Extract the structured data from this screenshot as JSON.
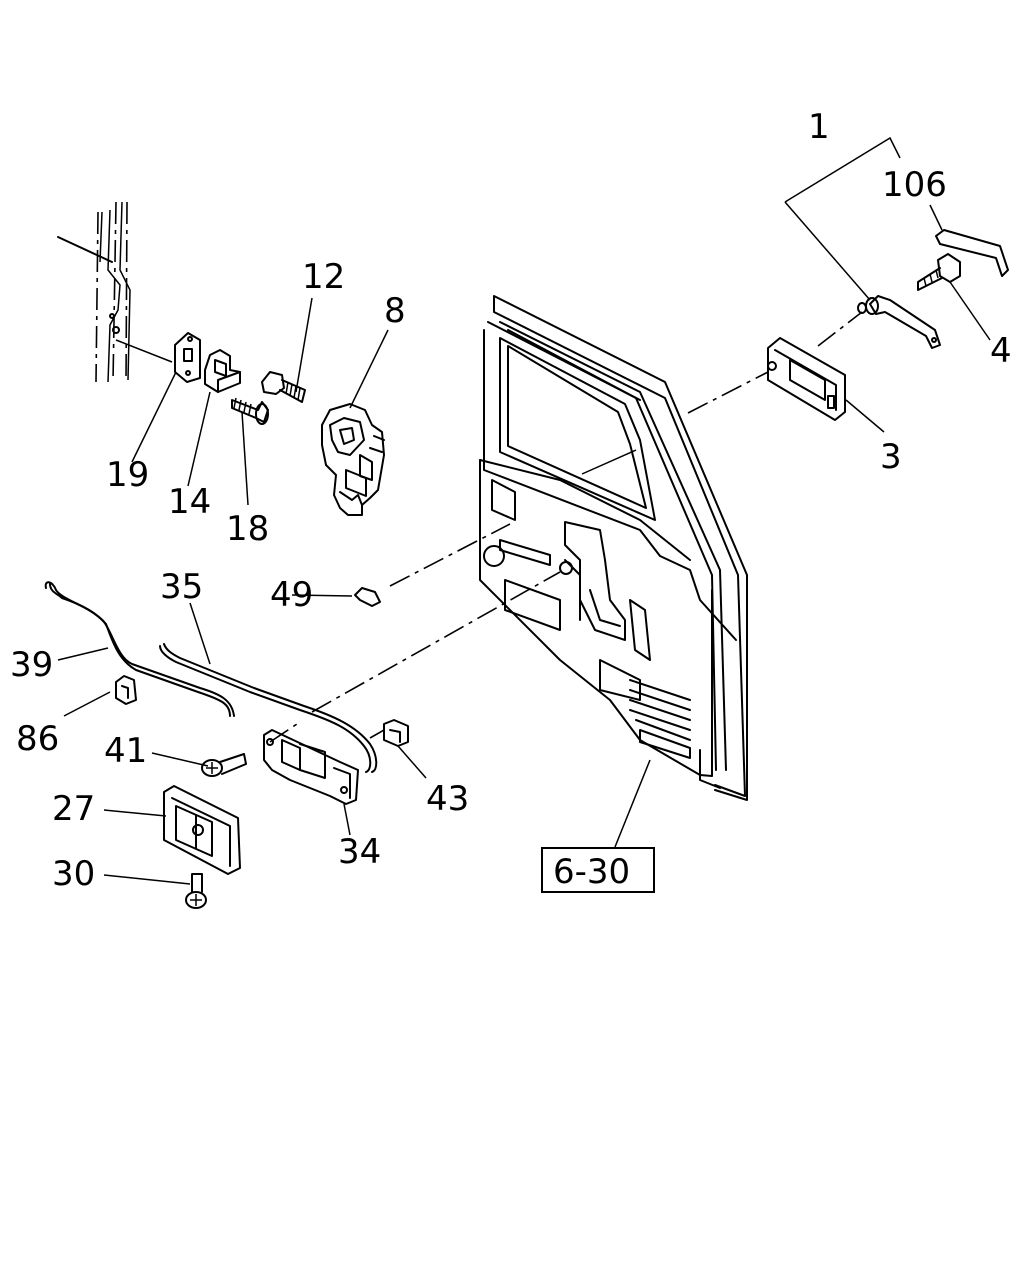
{
  "diagram": {
    "callouts": [
      {
        "id": "1",
        "text": "1"
      },
      {
        "id": "106",
        "text": "106"
      },
      {
        "id": "4",
        "text": "4"
      },
      {
        "id": "3",
        "text": "3"
      },
      {
        "id": "12",
        "text": "12"
      },
      {
        "id": "8",
        "text": "8"
      },
      {
        "id": "19",
        "text": "19"
      },
      {
        "id": "14",
        "text": "14"
      },
      {
        "id": "18",
        "text": "18"
      },
      {
        "id": "35",
        "text": "35"
      },
      {
        "id": "49",
        "text": "49"
      },
      {
        "id": "39",
        "text": "39"
      },
      {
        "id": "86",
        "text": "86"
      },
      {
        "id": "41",
        "text": "41"
      },
      {
        "id": "43",
        "text": "43"
      },
      {
        "id": "27",
        "text": "27"
      },
      {
        "id": "34",
        "text": "34"
      },
      {
        "id": "30",
        "text": "30"
      }
    ],
    "reference_box": {
      "text": "6-30"
    }
  }
}
